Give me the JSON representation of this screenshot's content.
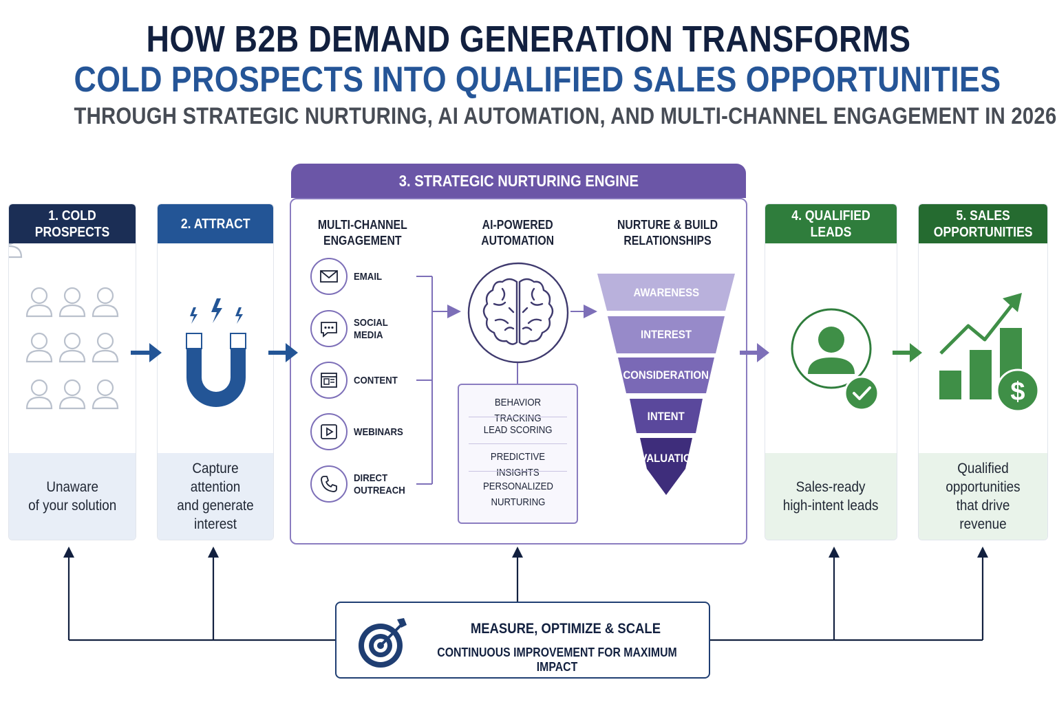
{
  "header": {
    "title": "HOW B2B DEMAND GENERATION TRANSFORMS",
    "subtitle": "COLD PROSPECTS INTO QUALIFIED SALES OPPORTUNITIES",
    "tagline": "THROUGH STRATEGIC NURTURING, AI AUTOMATION, AND MULTI-CHANNEL ENGAGEMENT IN 2026"
  },
  "stages": [
    {
      "title": "1. COLD PROSPECTS",
      "description": "Unaware\nof your solution",
      "icon": "people-grid-icon",
      "color": "#1b2e55",
      "foot_bg": "#e8eef7"
    },
    {
      "title": "2. ATTRACT",
      "description": "Capture attention\nand generate\ninterest",
      "icon": "magnet-icon",
      "color": "#235596",
      "foot_bg": "#e8eef7"
    },
    {
      "title": "4. QUALIFIED LEADS",
      "description": "Sales-ready\nhigh-intent leads",
      "icon": "verified-user-icon",
      "color": "#2f7d3c",
      "foot_bg": "#e9f3ea"
    },
    {
      "title": "5. SALES\nOPPORTUNITIES",
      "description": "Qualified\nopportunities\nthat drive revenue",
      "icon": "growth-chart-dollar-icon",
      "color": "#256b30",
      "foot_bg": "#e9f3ea"
    }
  ],
  "engine": {
    "title": "3. STRATEGIC NURTURING ENGINE",
    "columns": {
      "channels_title": "MULTI-CHANNEL\nENGAGEMENT",
      "ai_title": "AI-POWERED\nAUTOMATION",
      "nurture_title": "NURTURE & BUILD\nRELATIONSHIPS"
    },
    "channels": [
      {
        "label": "EMAIL",
        "icon": "envelope-icon"
      },
      {
        "label": "SOCIAL\nMEDIA",
        "icon": "chat-bubble-icon"
      },
      {
        "label": "CONTENT",
        "icon": "document-icon"
      },
      {
        "label": "WEBINARS",
        "icon": "play-icon"
      },
      {
        "label": "DIRECT OUTREACH",
        "icon": "phone-icon"
      }
    ],
    "ai_features": [
      "BEHAVIOR TRACKING",
      "LEAD SCORING",
      "PREDICTIVE INSIGHTS",
      "PERSONALIZED\nNURTURING"
    ],
    "funnel": [
      "AWARENESS",
      "INTEREST",
      "CONSIDERATION",
      "INTENT",
      "EVALUATION"
    ]
  },
  "measure": {
    "title": "MEASURE, OPTIMIZE & SCALE",
    "subtitle": "CONTINUOUS IMPROVEMENT FOR MAXIMUM IMPACT",
    "icon": "target-arrow-icon"
  },
  "colors": {
    "navy": "#1b2e55",
    "blue": "#235596",
    "purple": "#6b56a7",
    "green": "#2f7d3c"
  }
}
